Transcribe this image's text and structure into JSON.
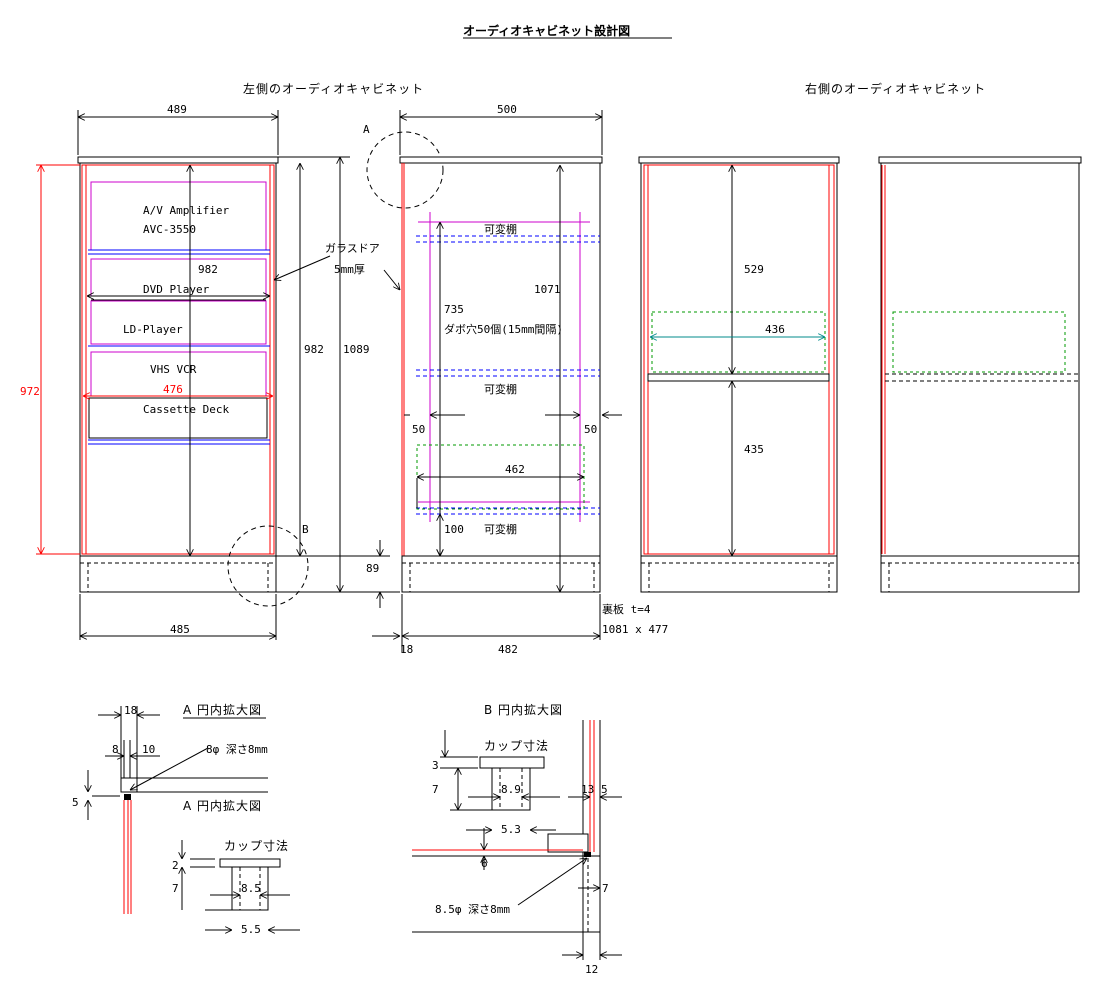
{
  "title": "オーディオキャビネット設計図",
  "headings": {
    "left_cabinet": "左側のオーディオキャビネット",
    "right_cabinet": "右側のオーディオキャビネット",
    "detail_a": "A 円内拡大図",
    "detail_a2": "A 円内拡大図",
    "detail_b": "B 円内拡大図"
  },
  "markers": {
    "a": "A",
    "b": "B"
  },
  "equipment": {
    "amp_line1": "A/V Amplifier",
    "amp_line2": "AVC-3550",
    "dvd": "DVD Player",
    "ld": "LD-Player",
    "vhs": "VHS VCR",
    "cassette": "Cassette Deck"
  },
  "notes": {
    "glass_door": "ガラスドア",
    "glass_thickness": "5mm厚",
    "shelf_1": "可変棚",
    "shelf_2": "可変棚",
    "shelf_3": "可変棚",
    "dowel_holes": "ダボ穴50個(15mm間隔)",
    "back_board": "裏板 t=4",
    "back_board_size": "1081 x 477",
    "cup_dims_a": "カップ寸法",
    "cup_dims_b": "カップ寸法",
    "hole_a": "8φ 深さ8mm",
    "hole_b": "8.5φ 深さ8mm"
  },
  "dimensions": {
    "d489": "489",
    "d500": "500",
    "d972": "972",
    "d982a": "982",
    "d476": "476",
    "d982b": "982",
    "d1089": "1089",
    "d89": "89",
    "d485": "485",
    "d18": "18",
    "d482": "482",
    "d735": "735",
    "d1071": "1071",
    "d50a": "50",
    "d50b": "50",
    "d462": "462",
    "d100": "100",
    "d529": "529",
    "d436": "436",
    "d435": "435",
    "a18": "18",
    "a8": "8",
    "a10": "10",
    "a5": "5",
    "a2": "2",
    "a7": "7",
    "a85": "8.5",
    "a55": "5.5",
    "b3": "3",
    "b7": "7",
    "b89": "8.9",
    "b53": "5.3",
    "b6": "6",
    "b13": "13",
    "b5": "5",
    "b7r": "7",
    "b12": "12"
  }
}
